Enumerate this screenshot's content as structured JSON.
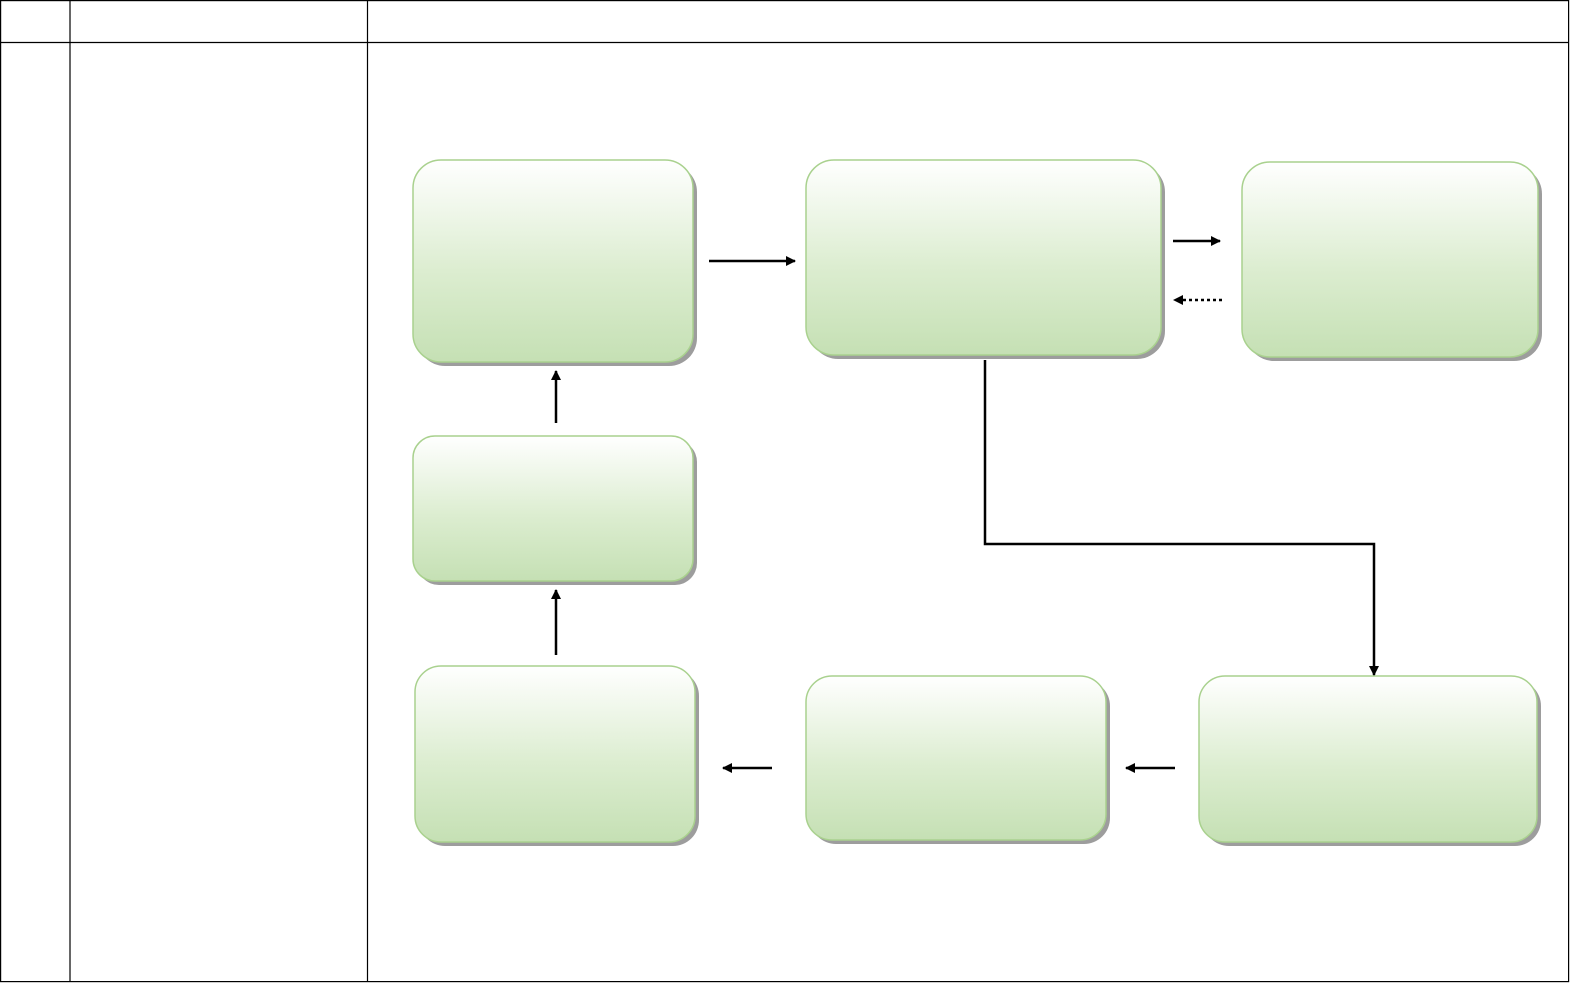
{
  "table": {
    "header": {
      "col1": "",
      "col2": "",
      "col3": ""
    },
    "body": {
      "col1": "",
      "col2": ""
    }
  },
  "diagram": {
    "box_fill_top": "#ffffff",
    "box_fill_bottom": "#c5e0b4",
    "box_border": "#a9d18e",
    "box_shadow": "#8c8c8c",
    "line_color": "#000000",
    "nodes": [
      {
        "id": "top-left-box",
        "label": ""
      },
      {
        "id": "top-center-box",
        "label": ""
      },
      {
        "id": "top-right-box",
        "label": ""
      },
      {
        "id": "middle-left-box",
        "label": ""
      },
      {
        "id": "bottom-left-box",
        "label": ""
      },
      {
        "id": "bottom-center-box",
        "label": ""
      },
      {
        "id": "bottom-right-box",
        "label": ""
      }
    ],
    "edges": [
      {
        "id": "edge-top-left-to-top-center",
        "from": "top-left-box",
        "to": "top-center-box",
        "style": "solid"
      },
      {
        "id": "edge-top-center-to-top-right",
        "from": "top-center-box",
        "to": "top-right-box",
        "style": "solid"
      },
      {
        "id": "edge-top-right-to-top-center",
        "from": "top-right-box",
        "to": "top-center-box",
        "style": "dotted"
      },
      {
        "id": "edge-top-center-to-bottom-right",
        "from": "top-center-box",
        "to": "bottom-right-box",
        "style": "solid"
      },
      {
        "id": "edge-bottom-right-to-bottom-center",
        "from": "bottom-right-box",
        "to": "bottom-center-box",
        "style": "solid"
      },
      {
        "id": "edge-bottom-center-to-bottom-left",
        "from": "bottom-center-box",
        "to": "bottom-left-box",
        "style": "solid"
      },
      {
        "id": "edge-bottom-left-to-middle-left",
        "from": "bottom-left-box",
        "to": "middle-left-box",
        "style": "solid"
      },
      {
        "id": "edge-middle-left-to-top-left",
        "from": "middle-left-box",
        "to": "top-left-box",
        "style": "solid"
      }
    ]
  }
}
